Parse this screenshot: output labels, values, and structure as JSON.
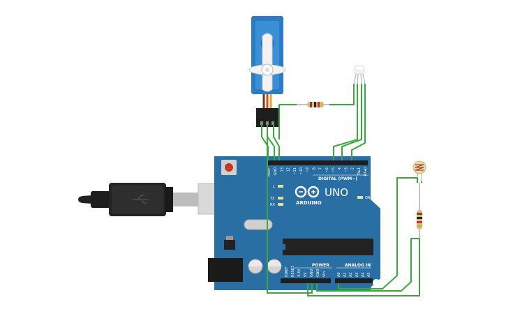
{
  "board": {
    "brand": "ARDUINO",
    "model": "UNO",
    "digital_label": "DIGITAL (PWM~)",
    "power_label": "POWER",
    "analog_label": "ANALOG IN",
    "on_label": "ON",
    "l_label": "L",
    "tx_label": "TX",
    "rx_label": "RX",
    "digital_pins": [
      "AREF",
      "GND",
      "13",
      "12",
      "~11",
      "~10",
      "~9",
      "8",
      "7",
      "~6",
      "~5",
      "4",
      "~3",
      "2",
      "TX▸1",
      "RX◂0"
    ],
    "power_pins": [
      "IOREF",
      "RESET",
      "3.3V",
      "5V",
      "GND",
      "GND",
      "Vin"
    ],
    "analog_pins": [
      "A0",
      "A1",
      "A2",
      "A3",
      "A4",
      "A5"
    ]
  },
  "colors": {
    "board": "#2a6fa3",
    "board_dark": "#1c5681",
    "wire": "#3aa83a",
    "servo": "#2c7cc1",
    "header": "#1e1e1e"
  },
  "components": {
    "servo": "micro-servo",
    "led": "rgb-led",
    "resistor_led": "resistor",
    "resistor_ldr": "resistor",
    "ldr": "photoresistor",
    "usb": "usb-b-cable"
  }
}
